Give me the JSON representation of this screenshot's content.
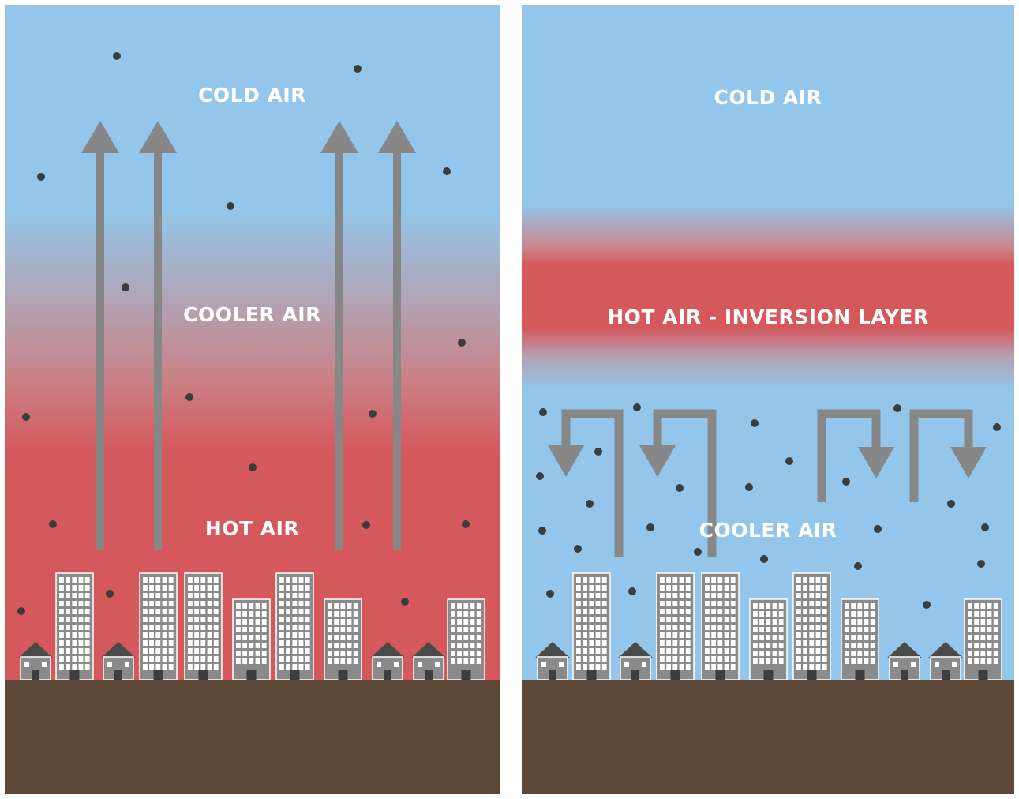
{
  "colors": {
    "sky_blue": "#93c6ea",
    "hot_red": "#d5585d",
    "ground_brown": "#5d4837",
    "arrow_gray": "#878787",
    "building_gray": "#8a8a8a",
    "pollutant_dot": "#3c3c3c"
  },
  "left_panel": {
    "label_top": "COLD AIR",
    "label_mid": "COOLER AIR",
    "label_bottom": "HOT AIR"
  },
  "right_panel": {
    "label_top": "COLD AIR",
    "label_inversion": "HOT AIR - INVERSION LAYER",
    "label_bottom": "COOLER AIR"
  }
}
